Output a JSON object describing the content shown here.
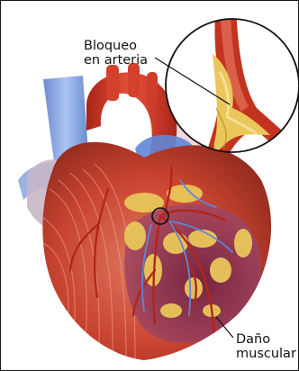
{
  "labels": {
    "blockage": [
      "Bloqueo",
      "en arteria"
    ],
    "damage": [
      "Daño",
      "muscular"
    ]
  },
  "colors": {
    "heart_red": "#c8432f",
    "muscle": "#d8705a",
    "damaged_tissue": "#8a3550",
    "fat": "#e9c75a",
    "aorta": "#d63a2a",
    "vein_blue": "#5f86d6",
    "pink_membrane": "#e7b7c4"
  }
}
